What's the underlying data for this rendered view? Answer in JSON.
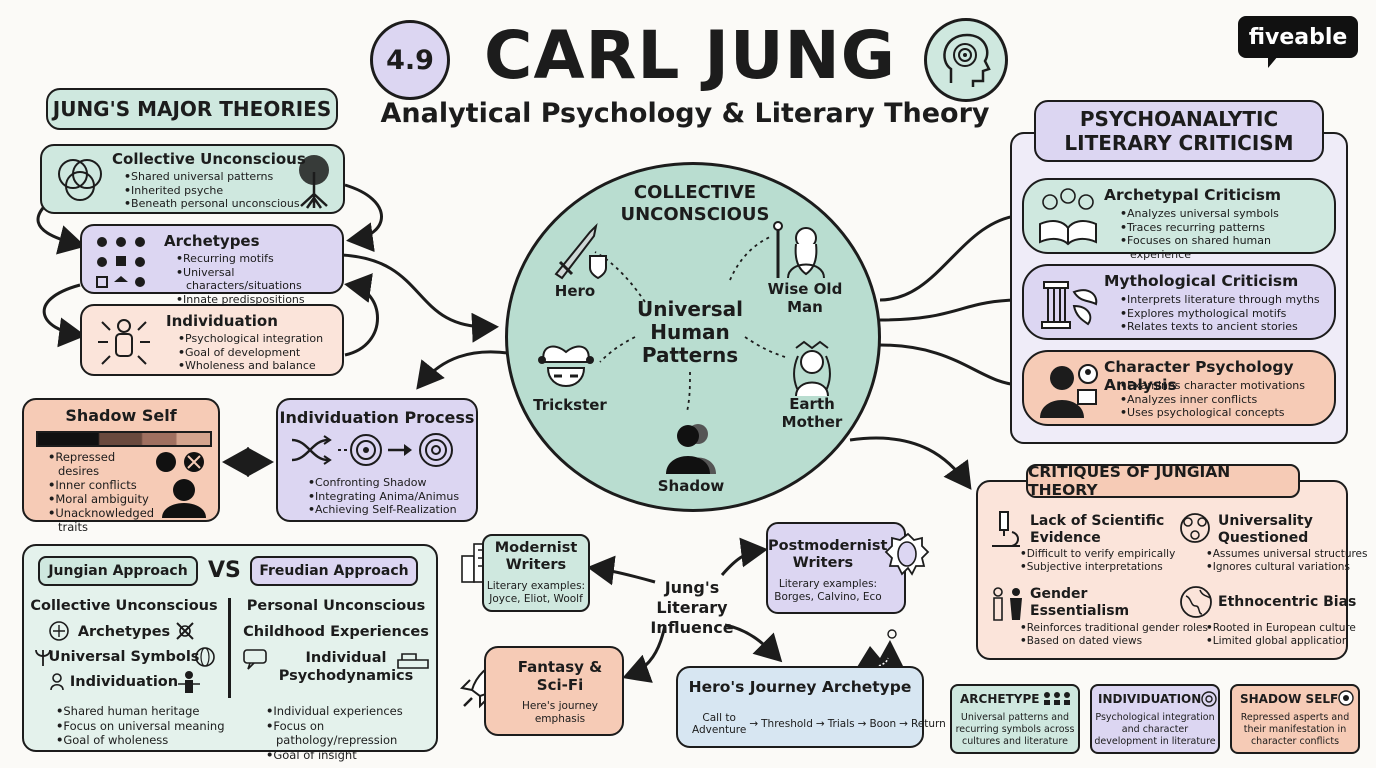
{
  "header": {
    "badge": "4.9",
    "title": "CARL JUNG",
    "subtitle": "Analytical Psychology & Literary Theory",
    "logo": "fiveable"
  },
  "major_theories": {
    "heading": "JUNG'S MAJOR THEORIES",
    "collective": {
      "title": "Collective Unconscious",
      "items": [
        "Shared universal patterns",
        "Inherited psyche",
        "Beneath personal unconscious"
      ]
    },
    "archetypes": {
      "title": "Archetypes",
      "items": [
        "Recurring motifs",
        "Universal characters/situations",
        "Innate predispositions"
      ]
    },
    "individuation": {
      "title": "Individuation",
      "items": [
        "Psychological integration",
        "Goal of development",
        "Wholeness and balance"
      ]
    }
  },
  "center": {
    "title": "COLLECTIVE\nUNCONSCIOUS",
    "core": "Universal\nHuman\nPatterns",
    "hero": "Hero",
    "wise": "Wise Old\nMan",
    "trickster": "Trickster",
    "earth": "Earth\nMother",
    "shadow": "Shadow"
  },
  "shadow_self": {
    "title": "Shadow Self",
    "items": [
      "Repressed desires",
      "Inner conflicts",
      "Moral ambiguity",
      "Unacknowledged traits"
    ]
  },
  "individuation_process": {
    "title": "Individuation Process",
    "items": [
      "Confronting Shadow",
      "Integrating Anima/Animus",
      "Achieving Self-Realization"
    ]
  },
  "comparison": {
    "jungian_label": "Jungian Approach",
    "vs": "VS",
    "freudian_label": "Freudian Approach",
    "jungian_rows": [
      "Collective Unconscious",
      "Archetypes",
      "Universal Symbols",
      "Individuation"
    ],
    "freudian_rows": [
      "Personal Unconscious",
      "Childhood Experiences",
      "Individual\nPsychodynamics"
    ],
    "jungian_points": [
      "Shared human heritage",
      "Focus on universal meaning",
      "Goal of wholeness"
    ],
    "freudian_points": [
      "Individual experiences",
      "Focus on pathology/repression",
      "Goal of insight"
    ]
  },
  "psychoanalytic": {
    "heading": "PSYCHOANALYTIC\nLITERARY CRITICISM",
    "archetypal": {
      "title": "Archetypal Criticism",
      "items": [
        "Analyzes universal symbols",
        "Traces recurring patterns",
        "Focuses on shared human experience"
      ]
    },
    "mythological": {
      "title": "Mythological Criticism",
      "items": [
        "Interprets literature through myths",
        "Explores mythological motifs",
        "Relates texts to ancient stories"
      ]
    },
    "character": {
      "title": "Character Psychology Analysis",
      "items": [
        "Examines character motivations",
        "Analyzes inner conflicts",
        "Uses psychological concepts"
      ]
    }
  },
  "critiques": {
    "heading": "CRITIQUES OF JUNGIAN THEORY",
    "scientific": {
      "title": "Lack of Scientific\nEvidence",
      "items": [
        "Difficult to verify empirically",
        "Subjective interpretations"
      ]
    },
    "universality": {
      "title": "Universality\nQuestioned",
      "items": [
        "Assumes universal structures",
        "Ignores cultural variations"
      ]
    },
    "gender": {
      "title": "Gender\nEssentialism",
      "items": [
        "Reinforces traditional gender roles",
        "Based on dated views"
      ]
    },
    "ethnocentric": {
      "title": "Ethnocentric Bias",
      "items": [
        "Rooted in European culture",
        "Limited global application"
      ]
    }
  },
  "influence": {
    "center": "Jung's\nLiterary\nInfluence",
    "modernist": {
      "title": "Modernist\nWriters",
      "sub": "Literary examples:\nJoyce, Eliot, Woolf"
    },
    "postmodernist": {
      "title": "Postmodernist\nWriters",
      "sub": "Literary examples:\nBorges, Calvino, Eco"
    },
    "fantasy": {
      "title": "Fantasy &\nSci-Fi",
      "sub": "Here's journey\nemphasis"
    },
    "journey": {
      "title": "Hero's Journey Archetype",
      "steps": [
        "Call to\nAdventure",
        "Threshold",
        "Trials",
        "Boon",
        "Return"
      ]
    }
  },
  "glossary": {
    "archetype": {
      "title": "ARCHETYPE",
      "text": "Universal patterns and\nrecurring symbols across\ncultures and literature"
    },
    "individuation": {
      "title": "INDIVIDUATION",
      "text": "Psychological integration\nand character\ndevelopment in literature"
    },
    "shadow": {
      "title": "SHADOW SELF",
      "text": "Repressed asperts and\ntheir manifestation in\ncharacter conflicts"
    }
  },
  "colors": {
    "mint": "#cfe8df",
    "lavender": "#dcd6f2",
    "peach": "#f6cbb6",
    "blush": "#fbe4da",
    "sky": "#d7e6f2",
    "ink": "#1c1c1c"
  }
}
